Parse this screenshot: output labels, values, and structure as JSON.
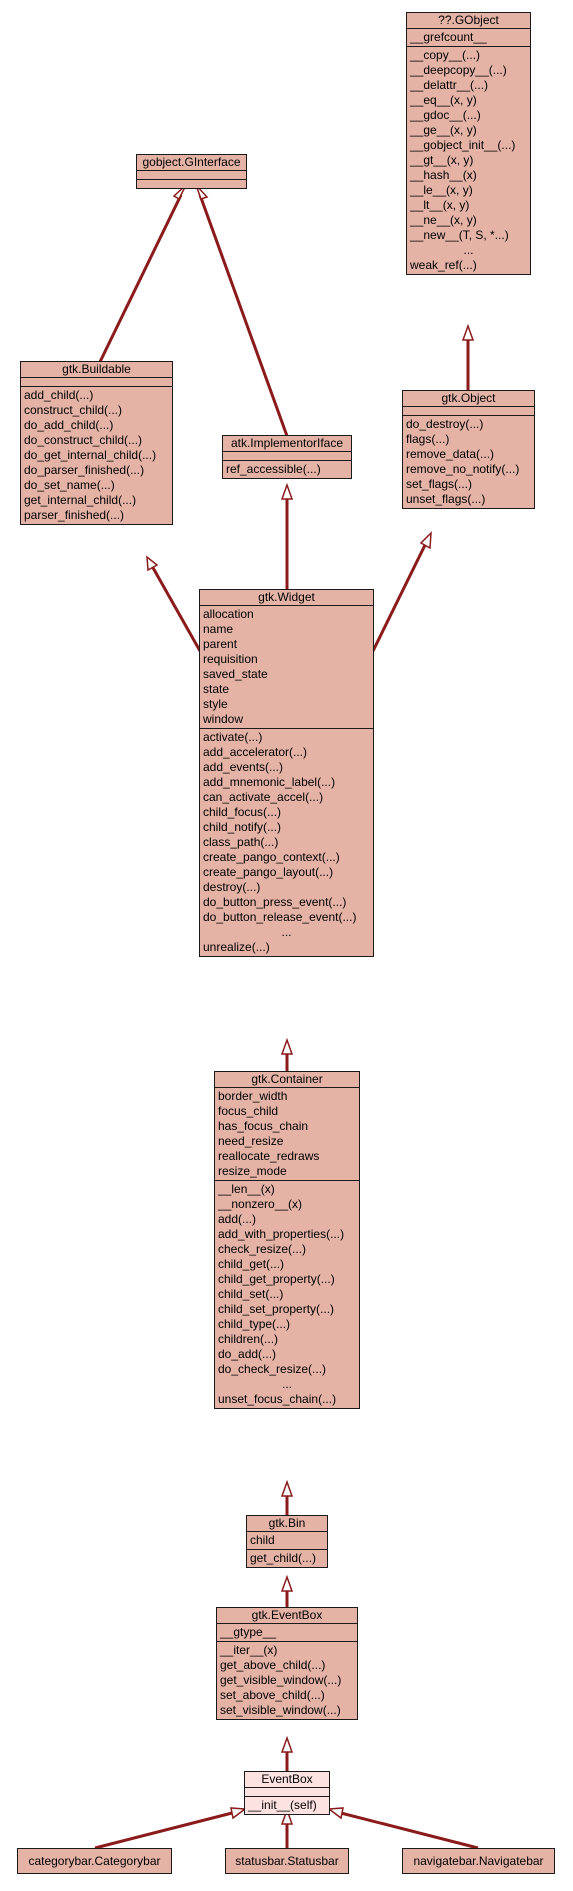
{
  "colors": {
    "box_fill": "#e4b3a6",
    "highlight_fill": "#fde2e2",
    "edge": "#8b1a1a"
  },
  "classes": {
    "gobject": {
      "name": "??.GObject",
      "attributes": [
        "__grefcount__"
      ],
      "methods": [
        "__copy__(...)",
        "__deepcopy__(...)",
        "__delattr__(...)",
        "__eq__(x, y)",
        "__gdoc__(...)",
        "__ge__(x, y)",
        "__gobject_init__(...)",
        "__gt__(x, y)",
        "__hash__(x)",
        "__le__(x, y)",
        "__lt__(x, y)",
        "__ne__(x, y)",
        "__new__(T, S, *...)",
        "...",
        "weak_ref(...)"
      ]
    },
    "ginterface": {
      "name": "gobject.GInterface",
      "attributes": [],
      "methods": []
    },
    "buildable": {
      "name": "gtk.Buildable",
      "attributes": [],
      "methods": [
        "add_child(...)",
        "construct_child(...)",
        "do_add_child(...)",
        "do_construct_child(...)",
        "do_get_internal_child(...)",
        "do_parser_finished(...)",
        "do_set_name(...)",
        "get_internal_child(...)",
        "parser_finished(...)"
      ]
    },
    "implementor": {
      "name": "atk.ImplementorIface",
      "attributes": [],
      "methods": [
        "ref_accessible(...)"
      ]
    },
    "gtkobject": {
      "name": "gtk.Object",
      "attributes": [],
      "methods": [
        "do_destroy(...)",
        "flags(...)",
        "remove_data(...)",
        "remove_no_notify(...)",
        "set_flags(...)",
        "unset_flags(...)"
      ]
    },
    "widget": {
      "name": "gtk.Widget",
      "attributes": [
        "allocation",
        "name",
        "parent",
        "requisition",
        "saved_state",
        "state",
        "style",
        "window"
      ],
      "methods": [
        "activate(...)",
        "add_accelerator(...)",
        "add_events(...)",
        "add_mnemonic_label(...)",
        "can_activate_accel(...)",
        "child_focus(...)",
        "child_notify(...)",
        "class_path(...)",
        "create_pango_context(...)",
        "create_pango_layout(...)",
        "destroy(...)",
        "do_button_press_event(...)",
        "do_button_release_event(...)",
        "...",
        "unrealize(...)"
      ]
    },
    "container": {
      "name": "gtk.Container",
      "attributes": [
        "border_width",
        "focus_child",
        "has_focus_chain",
        "need_resize",
        "reallocate_redraws",
        "resize_mode"
      ],
      "methods": [
        "__len__(x)",
        "__nonzero__(x)",
        "add(...)",
        "add_with_properties(...)",
        "check_resize(...)",
        "child_get(...)",
        "child_get_property(...)",
        "child_set(...)",
        "child_set_property(...)",
        "child_type(...)",
        "children(...)",
        "do_add(...)",
        "do_check_resize(...)",
        "...",
        "unset_focus_chain(...)"
      ]
    },
    "bin": {
      "name": "gtk.Bin",
      "attributes": [
        "child"
      ],
      "methods": [
        "get_child(...)"
      ]
    },
    "eventbox_gtk": {
      "name": "gtk.EventBox",
      "attributes": [
        "__gtype__"
      ],
      "methods": [
        "__iter__(x)",
        "get_above_child(...)",
        "get_visible_window(...)",
        "set_above_child(...)",
        "set_visible_window(...)"
      ]
    },
    "eventbox": {
      "name": "EventBox",
      "attributes": [],
      "methods": [
        "__init__(self)"
      ]
    },
    "categorybar": {
      "name": "categorybar.Categorybar"
    },
    "statusbar": {
      "name": "statusbar.Statusbar"
    },
    "navigatebar": {
      "name": "navigatebar.Navigatebar"
    }
  }
}
